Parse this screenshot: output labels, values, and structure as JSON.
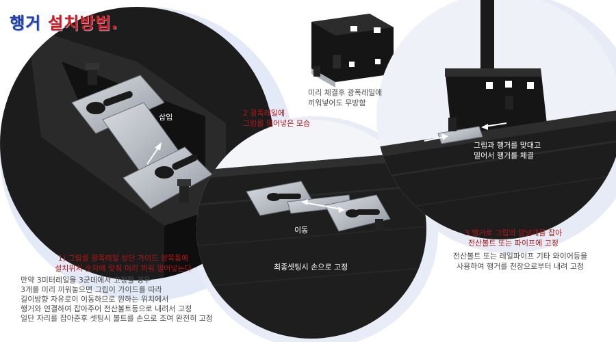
{
  "title": {
    "part1": "행거",
    "part2": "설치방법."
  },
  "labels": {
    "insert": "삽입",
    "step2_line1": "2 광폭레일에",
    "step2_line2": "그립를 밀어넣은 모습",
    "pre_fasten_line1": "미리 체결후 광폭레일에",
    "pre_fasten_line2": "끼워넣어도 무방함",
    "attach_line1": "그립과 행거를 맞대고",
    "attach_line2": "밀어서 행거를 체결",
    "move": "이동",
    "final_fix": "최종셋팅시 손으로 고정",
    "step1_line1": "1) 그립를 광폭레일 상단 가이드 양쪽틈에",
    "step1_line2": "설치위치 숫자에 맞춰 미리 끼워 밀어넣는다",
    "step1_desc": [
      "만약 3미터레일을 3군데에서 고정할 경우",
      "3개를 미리 끼워놓으면 그립이 가이드를 따라",
      "길이방향 자유로이 이동하므로 원하는 위치에서",
      "행거와 연결하여 잡아주어 전산볼트등으로 내려서 고정",
      "일단 자리를 잡아준후 셋팅시 볼트를 손으로 조여 완전히 고정"
    ],
    "step3_line1": "3 행거로 그립의 양날개를 잡아",
    "step3_line2": "전산볼트 또는 파이프에 고정",
    "step3_desc": [
      "전산볼트 또는 레일파이프 기타 와이어등을",
      "사용하여 행거를 천장으로부터 내려 고정"
    ]
  },
  "colors": {
    "title_blue": "#1d3fb0",
    "title_red": "#d41a1a",
    "caption_red": "#b01818",
    "text_gray": "#4b4b4b"
  }
}
